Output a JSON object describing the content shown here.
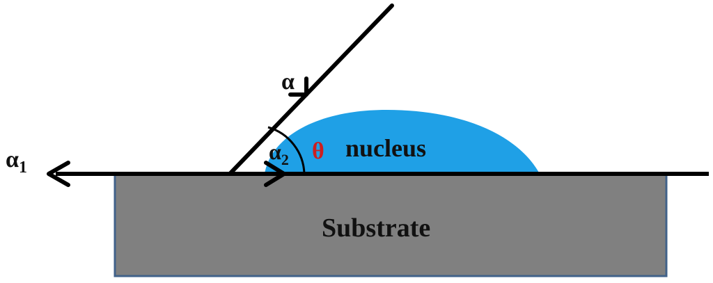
{
  "labels": {
    "alpha": "α",
    "alpha1_base": "α",
    "alpha1_sub": "1",
    "alpha2_base": "α",
    "alpha2_sub": "2",
    "theta": "θ",
    "nucleus": "nucleus",
    "substrate": "Substrate"
  },
  "colors": {
    "substrate_fill": "#808080",
    "substrate_border": "#41628a",
    "nucleus_fill": "#1fa0e6",
    "line": "#000000",
    "theta": "#cc1f1f",
    "text": "#111111"
  }
}
